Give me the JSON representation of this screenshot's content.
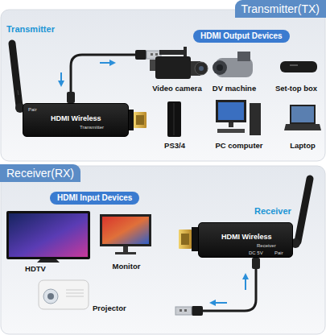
{
  "diagram": {
    "nodes": [
      {
        "text": [
          "Transmitter(TX)"
        ]
      },
      {
        "text": [
          "HDMI Output Devices"
        ],
        "in": 0
      },
      {
        "text": [
          "HDMI Wireless",
          "Transmitter",
          "Pair"
        ],
        "in": 0
      },
      {
        "text": [
          "Receiver(RX)"
        ]
      },
      {
        "text": [
          "HDMI Input Devices"
        ],
        "in": 3
      },
      {
        "text": [
          "HDMI Wireless",
          "Receiver",
          "DC 5V",
          "Pair"
        ],
        "in": 3
      }
    ],
    "labels": [
      "Transmitter",
      "Video camera",
      "DV machine",
      "Set-top box",
      "PS3/4",
      "PC computer",
      "Laptop",
      "HDTV",
      "Monitor",
      "Projector",
      "Receiver"
    ]
  }
}
